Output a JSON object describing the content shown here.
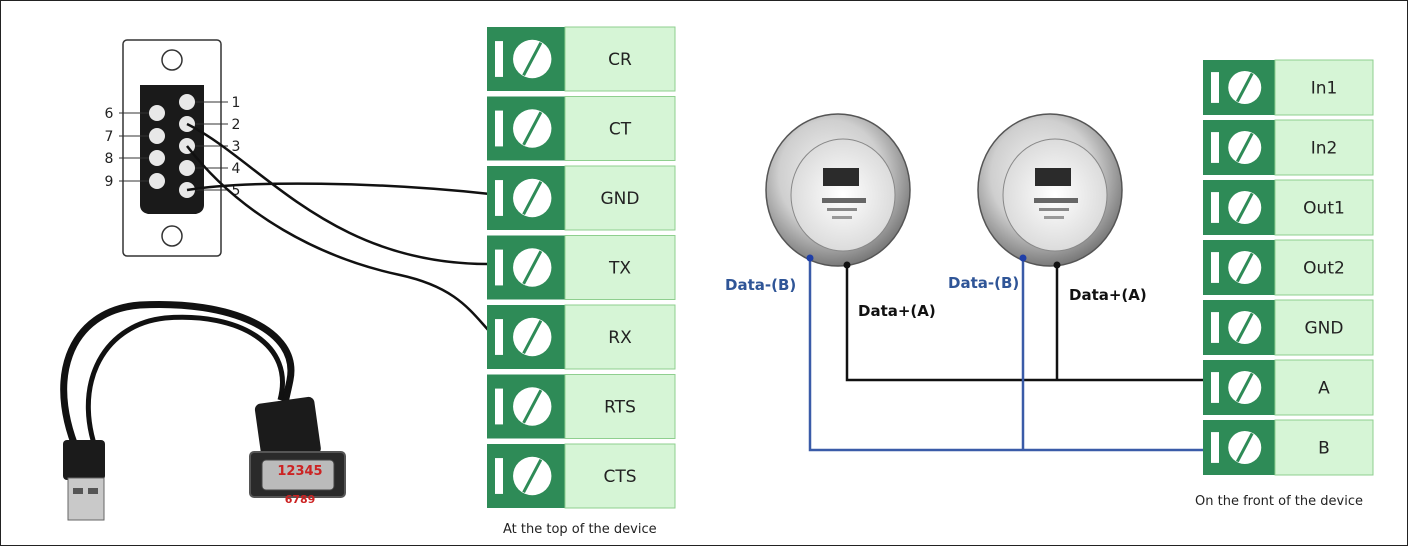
{
  "db9": {
    "pins_left": [
      "6",
      "7",
      "8",
      "9"
    ],
    "pins_right": [
      "1",
      "2",
      "3",
      "4",
      "5"
    ]
  },
  "cable": {
    "connector_top_text": "12345",
    "connector_bottom_text": "6789"
  },
  "top_terminal_block": {
    "terminals": [
      "CR",
      "CT",
      "GND",
      "TX",
      "RX",
      "RTS",
      "CTS"
    ],
    "caption": "At the top of the device"
  },
  "front_terminal_block": {
    "terminals": [
      "In1",
      "In2",
      "Out1",
      "Out2",
      "GND",
      "A",
      "B"
    ],
    "caption": "On the front of the device"
  },
  "meters": [
    {
      "data_b_label": "Data-(B)",
      "data_a_label": "Data+(A)"
    },
    {
      "data_b_label": "Data-(B)",
      "data_a_label": "Data+(A)"
    }
  ],
  "colors": {
    "terminal_dark": "#2e8b57",
    "terminal_light": "#d6f5d6",
    "wire_black": "#111111",
    "wire_blue": "#3a5ba8",
    "label_blue": "#2f5597"
  }
}
